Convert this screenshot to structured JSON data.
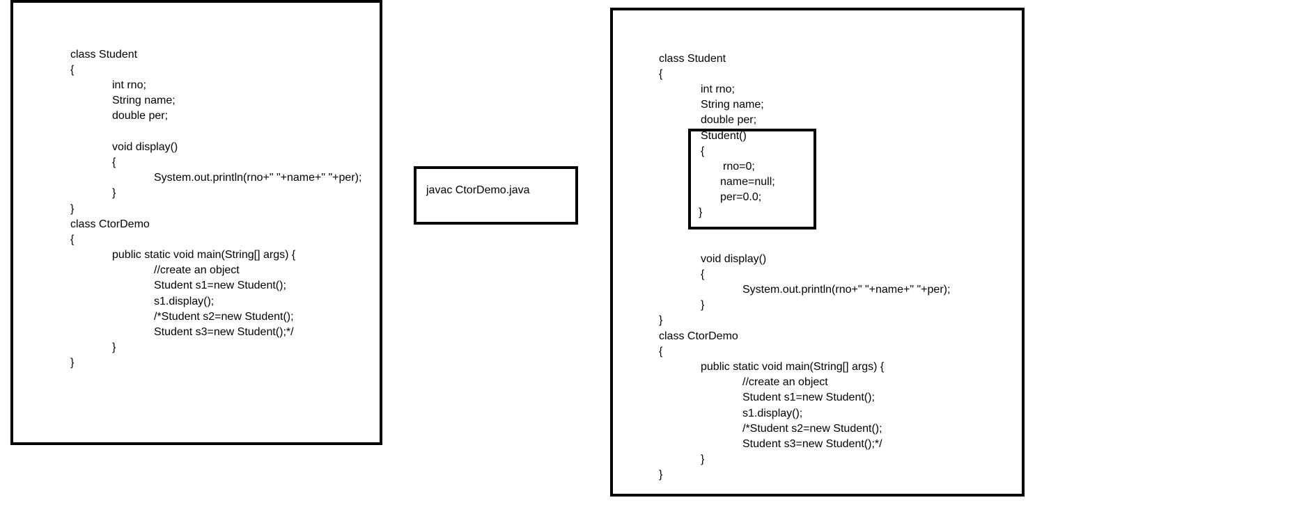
{
  "left_code": {
    "lines": [
      "class Student",
      "{",
      "int rno;",
      "String name;",
      "double per;",
      "void display()",
      "{",
      "System.out.println(rno+\" \"+name+\" \"+per);",
      "}",
      "}",
      "class CtorDemo",
      "{",
      "public static void main(String[] args) {",
      "//create an object",
      "Student s1=new Student();",
      "s1.display();",
      "/*Student s2=new Student();",
      "Student s3=new Student();*/",
      "}",
      "}"
    ]
  },
  "command": {
    "text": "javac CtorDemo.java"
  },
  "right_code": {
    "lines": [
      "class Student",
      "{",
      "int rno;",
      "String name;",
      "double per;",
      "Student()",
      "{",
      "rno=0;",
      "name=null;",
      "per=0.0;",
      "}",
      "void display()",
      "{",
      "System.out.println(rno+\" \"+name+\" \"+per);",
      "}",
      "}",
      "class CtorDemo",
      "{",
      "public static void main(String[] args) {",
      "//create an object",
      "Student s1=new Student();",
      "s1.display();",
      "/*Student s2=new Student();",
      "Student s3=new Student();*/",
      "}",
      "}"
    ]
  },
  "colors": {
    "border": "#000000",
    "background": "#ffffff",
    "text": "#000000"
  }
}
